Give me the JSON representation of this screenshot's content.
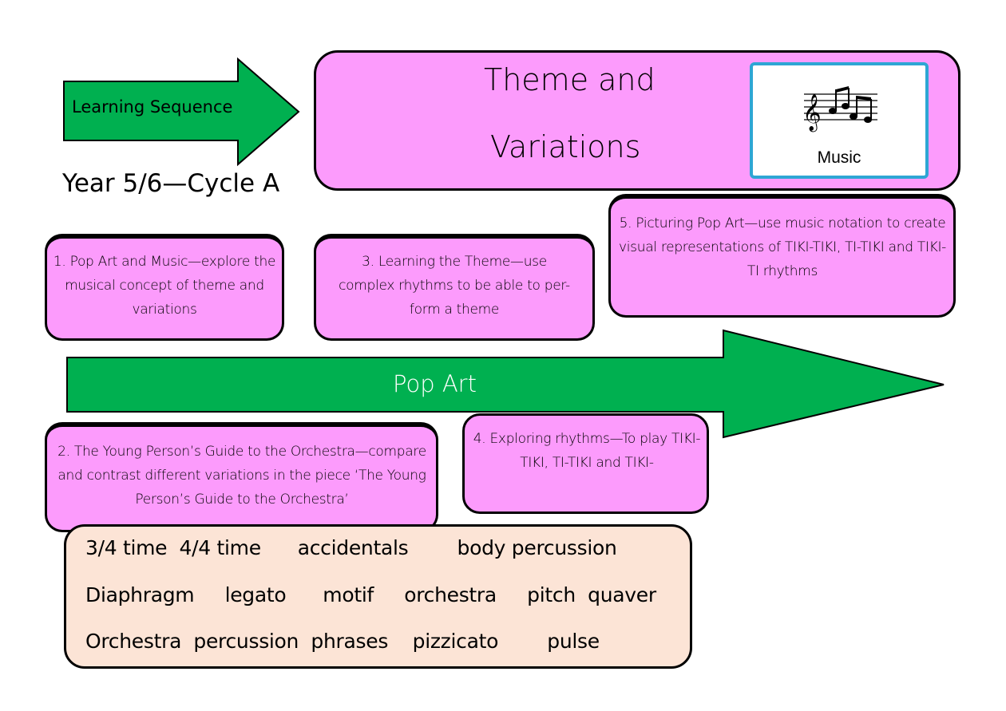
{
  "header": {
    "arrow_label": "Learning Sequence",
    "cycle": "Year 5/6—Cycle A"
  },
  "title": {
    "line1": "Theme and",
    "line2": "Variations",
    "subject_label": "Music",
    "subject_icon": "music-notation-icon"
  },
  "timeline": {
    "label": "Pop Art",
    "color": "#00b050"
  },
  "steps": [
    {
      "text": "1. Pop Art and Music—explore the musical concept of theme and variations"
    },
    {
      "text": "2. The Young Person’s Guide to the Orchestra—compare and contrast different variations in the piece ‘The Young Person’s Guide to the Orchestra’"
    },
    {
      "text": "3. Learning the Theme—use complex rhythms to be able to per-form a theme"
    },
    {
      "text": "4. Exploring rhythms—To play TIKI-TIKI, TI-TIKI and TIKI-"
    },
    {
      "text": "5. Picturing Pop Art—use music notation to create visual representations of TIKI-TIKI, TI-TIKI and TIKI-TI rhythms"
    }
  ],
  "vocabulary": {
    "lines": [
      "3/4 time  4/4 time      accidentals        body percussion",
      "Diaphragm     legato      motif     orchestra     pitch  quaver",
      "Orchestra  percussion  phrases    pizzicato        pulse"
    ]
  },
  "colors": {
    "pink": "#fc9bfc",
    "green": "#00b050",
    "peach": "#fce4d6",
    "icon_border": "#2ea6d4"
  }
}
